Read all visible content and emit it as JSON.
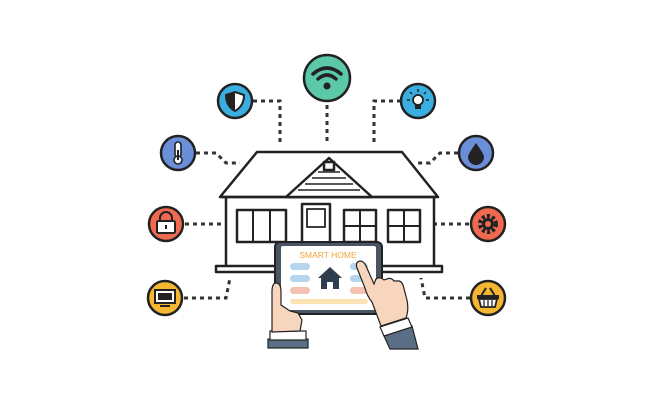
{
  "tablet": {
    "title": "SMART HOME"
  },
  "icons": [
    {
      "name": "wifi",
      "color": "#5bc8a8"
    },
    {
      "name": "shield",
      "color": "#3aaee0"
    },
    {
      "name": "lightbulb",
      "color": "#3aaee0"
    },
    {
      "name": "thermometer",
      "color": "#6a8fd8"
    },
    {
      "name": "water-drop",
      "color": "#6a8fd8"
    },
    {
      "name": "lock",
      "color": "#ef6a4f"
    },
    {
      "name": "gear",
      "color": "#ef6a4f"
    },
    {
      "name": "tv-monitor",
      "color": "#f5b731"
    },
    {
      "name": "shopping-basket",
      "color": "#f5b731"
    }
  ],
  "colors": {
    "outline": "#222222",
    "connector": "#333333",
    "tablet_title": "#f0a63b",
    "tablet_blue": "#b6d6f0",
    "tablet_pink": "#f5c1b3",
    "tablet_yellow": "#fbe3b4",
    "house_icon": "#2f3e4e",
    "sleeve": "#5a6f86",
    "skin": "#f7d6bd"
  }
}
